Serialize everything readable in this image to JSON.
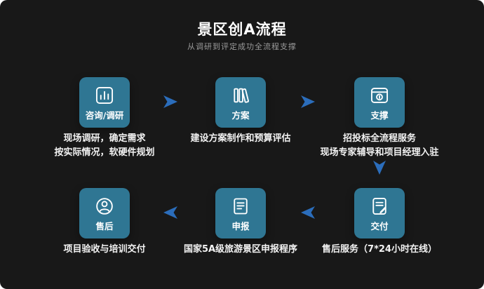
{
  "panel": {
    "title": "景区创A流程",
    "subtitle": "从调研到评定成功全流程支撑"
  },
  "colors": {
    "panel_bg": "#181818",
    "card_bg": "#2f7693",
    "arrow": "#2b6dbb",
    "title_text": "#ffffff",
    "subtitle_text": "#9b9b9b",
    "body_text": "#f2f2f2"
  },
  "steps": [
    {
      "label": "咨询/调研",
      "icon": "bar-chart-icon",
      "description": "现场调研，确定需求\n按实际情况，软硬件规划"
    },
    {
      "label": "方案",
      "icon": "books-icon",
      "description": "建设方案制作和预算评估"
    },
    {
      "label": "支撑",
      "icon": "browser-icon",
      "description": "招投标全流程服务\n现场专家辅导和项目经理入驻"
    },
    {
      "label": "交付",
      "icon": "document-edit-icon",
      "description": "售后服务（7*24小时在线）"
    },
    {
      "label": "申报",
      "icon": "document-icon",
      "description": "国家5A级旅游景区申报程序"
    },
    {
      "label": "售后",
      "icon": "support-agent-icon",
      "description": "项目验收与培训交付"
    }
  ]
}
